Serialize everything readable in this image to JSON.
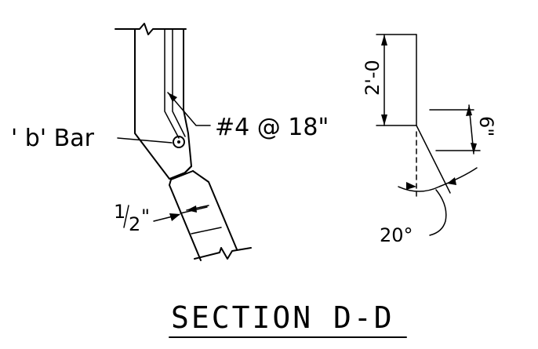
{
  "drawing": {
    "title": "SECTION D-D",
    "labels": {
      "b_bar": "' b' Bar",
      "rebar": "#4 @ 18\"",
      "half_inch_num": "1",
      "half_inch_den": "2",
      "half_inch_mark": "\"",
      "dim_2ft": "2'-0",
      "dim_6in": "6\"",
      "angle": "20°"
    }
  }
}
